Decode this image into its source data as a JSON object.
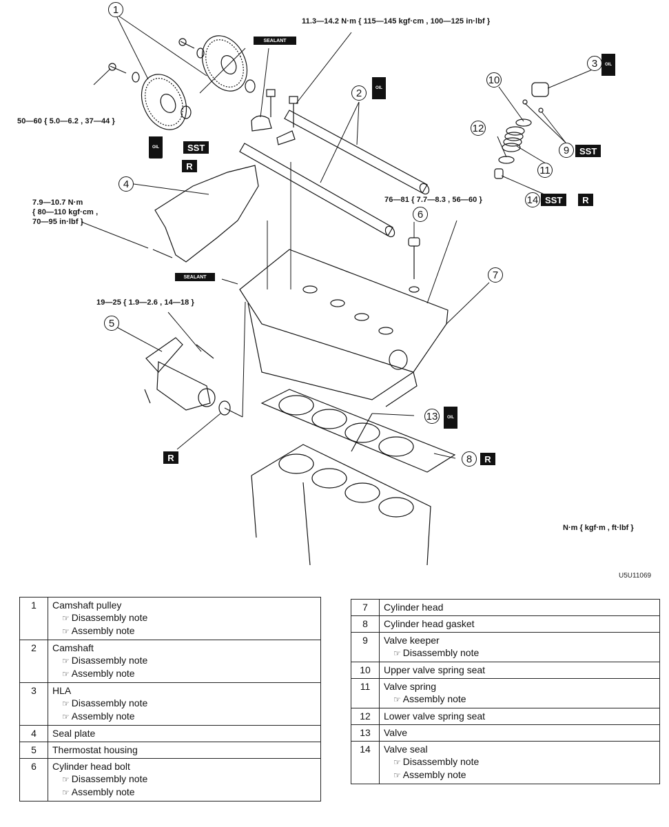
{
  "diagram": {
    "torque_labels": {
      "camshaft_cap_bolt": "11.3—14.2 N·m { 115—145 kgf·cm , 100—125 in·lbf }",
      "camshaft_pulley_bolt": "50—60 { 5.0—6.2 , 37—44 }",
      "seal_plate_bolt_line1": "7.9—10.7 N·m",
      "seal_plate_bolt_line2": "{ 80—110 kgf·cm ,",
      "seal_plate_bolt_line3": "70—95 in·lbf }",
      "thermostat_bolt": "19—25 { 1.9—2.6 , 14—18 }",
      "cylinder_head_bolt": "76—81 { 7.7—8.3 , 56—60 }"
    },
    "callouts": [
      "1",
      "2",
      "3",
      "4",
      "5",
      "6",
      "7",
      "8",
      "9",
      "10",
      "11",
      "12",
      "13",
      "14"
    ],
    "tags": {
      "sst": "SST",
      "replace": "R",
      "sealant": "SEALANT",
      "oil": "OIL"
    },
    "units_legend": "N·m { kgf·m , ft·lbf }",
    "figure_code": "U5U11069"
  },
  "parts_table_left": [
    {
      "num": "1",
      "name": "Camshaft pulley",
      "notes": [
        "Disassembly note",
        "Assembly note"
      ]
    },
    {
      "num": "2",
      "name": "Camshaft",
      "notes": [
        "Disassembly note",
        "Assembly note"
      ]
    },
    {
      "num": "3",
      "name": "HLA",
      "notes": [
        "Disassembly note",
        "Assembly note"
      ]
    },
    {
      "num": "4",
      "name": "Seal plate",
      "notes": []
    },
    {
      "num": "5",
      "name": "Thermostat housing",
      "notes": []
    },
    {
      "num": "6",
      "name": "Cylinder head bolt",
      "notes": [
        "Disassembly note",
        "Assembly note"
      ]
    }
  ],
  "parts_table_right": [
    {
      "num": "7",
      "name": "Cylinder head",
      "notes": []
    },
    {
      "num": "8",
      "name": "Cylinder head gasket",
      "notes": []
    },
    {
      "num": "9",
      "name": "Valve keeper",
      "notes": [
        "Disassembly note"
      ]
    },
    {
      "num": "10",
      "name": "Upper valve spring seat",
      "notes": []
    },
    {
      "num": "11",
      "name": "Valve spring",
      "notes": [
        "Assembly note"
      ]
    },
    {
      "num": "12",
      "name": "Lower valve spring seat",
      "notes": []
    },
    {
      "num": "13",
      "name": "Valve",
      "notes": []
    },
    {
      "num": "14",
      "name": "Valve seal",
      "notes": [
        "Disassembly note",
        "Assembly note"
      ]
    }
  ],
  "note_icon": "pointing-hand-icon",
  "note_glyph": "☞"
}
